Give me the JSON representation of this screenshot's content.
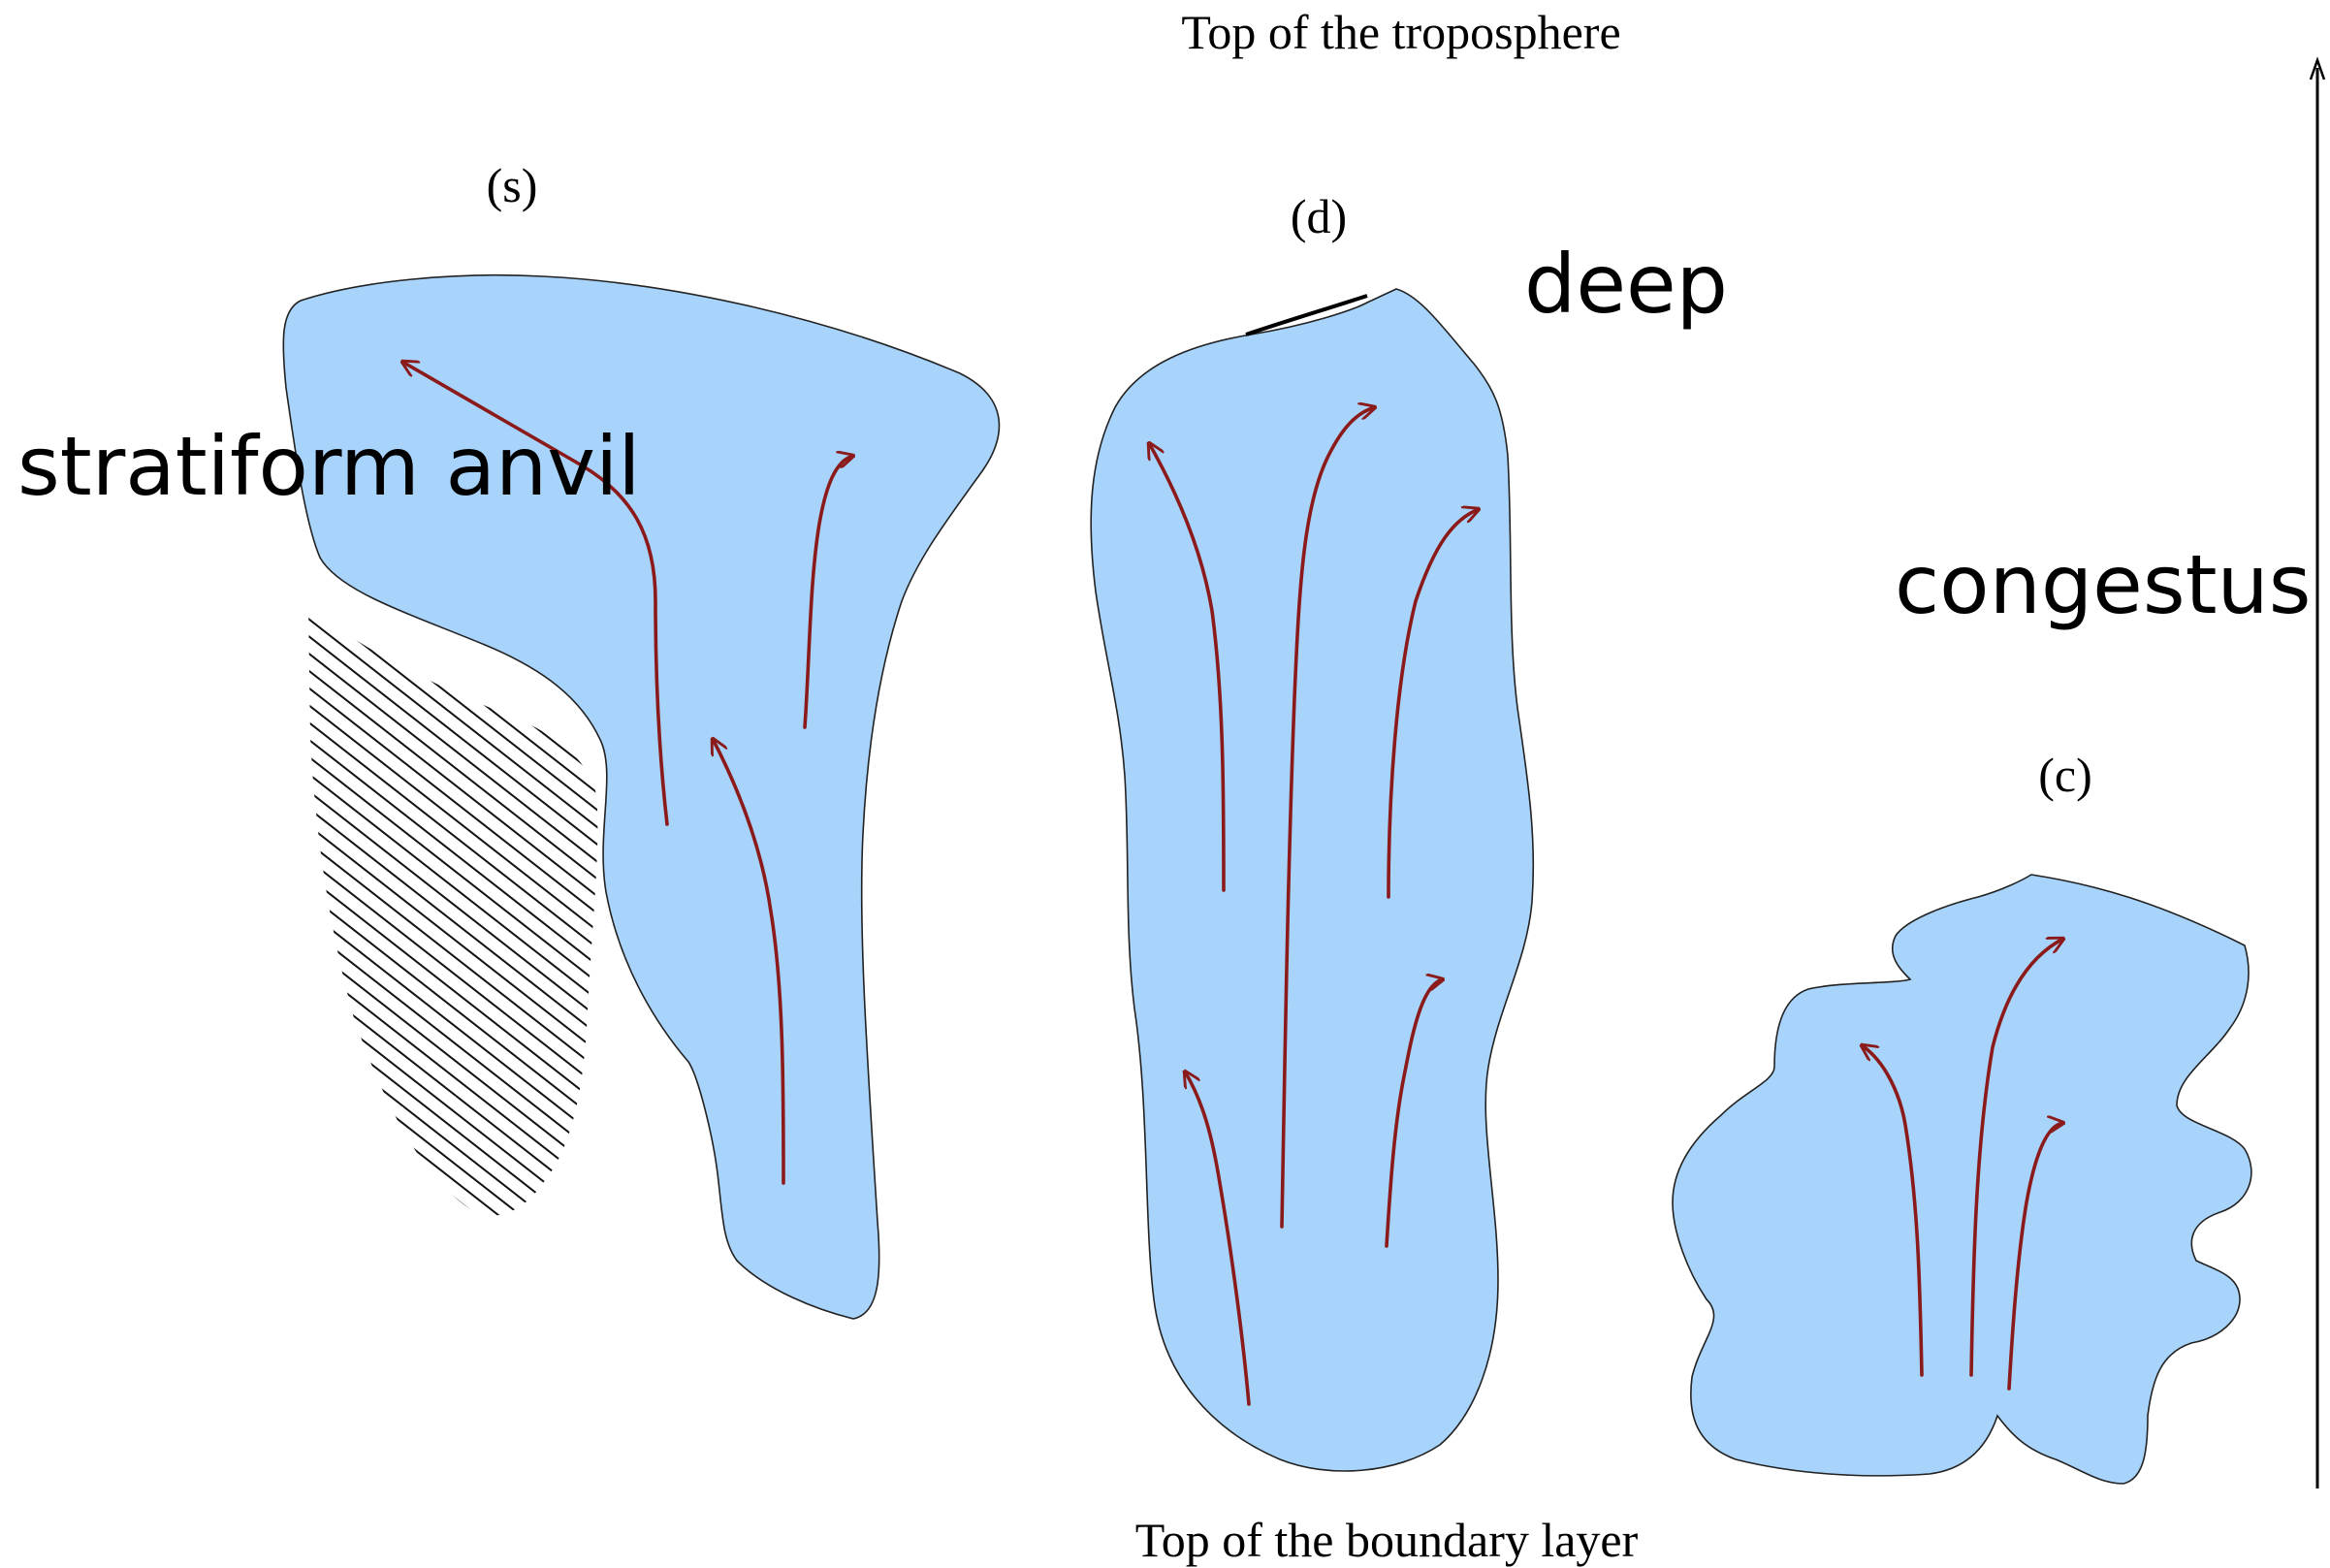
{
  "labels": {
    "top": "Top of the troposphere",
    "bottom": "Top of the boundary layer"
  },
  "clouds": {
    "stratiform": {
      "tag": "(s)",
      "name": "stratiform anvil"
    },
    "deep": {
      "tag": "(d)",
      "name": "deep"
    },
    "congestus": {
      "tag": "(c)",
      "name": "congestus"
    }
  },
  "colors": {
    "cloud_fill": "#a8d3fa",
    "flow_arrow": "#8b1a1a",
    "hatch": "#111111"
  }
}
